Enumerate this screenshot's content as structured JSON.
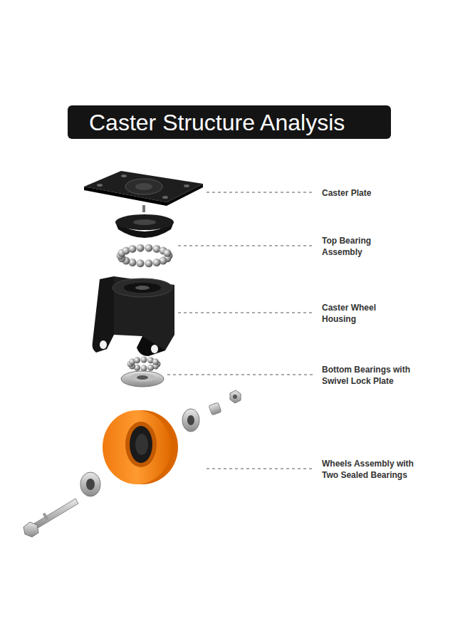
{
  "diagram": {
    "title": "Caster Structure Analysis",
    "labels": [
      "Caster Plate",
      "Top Bearing Assembly",
      "Caster Wheel Housing",
      "Bottom Bearings with Swivel Lock Plate",
      "Wheels Assembly with Two Sealed Bearings"
    ]
  }
}
